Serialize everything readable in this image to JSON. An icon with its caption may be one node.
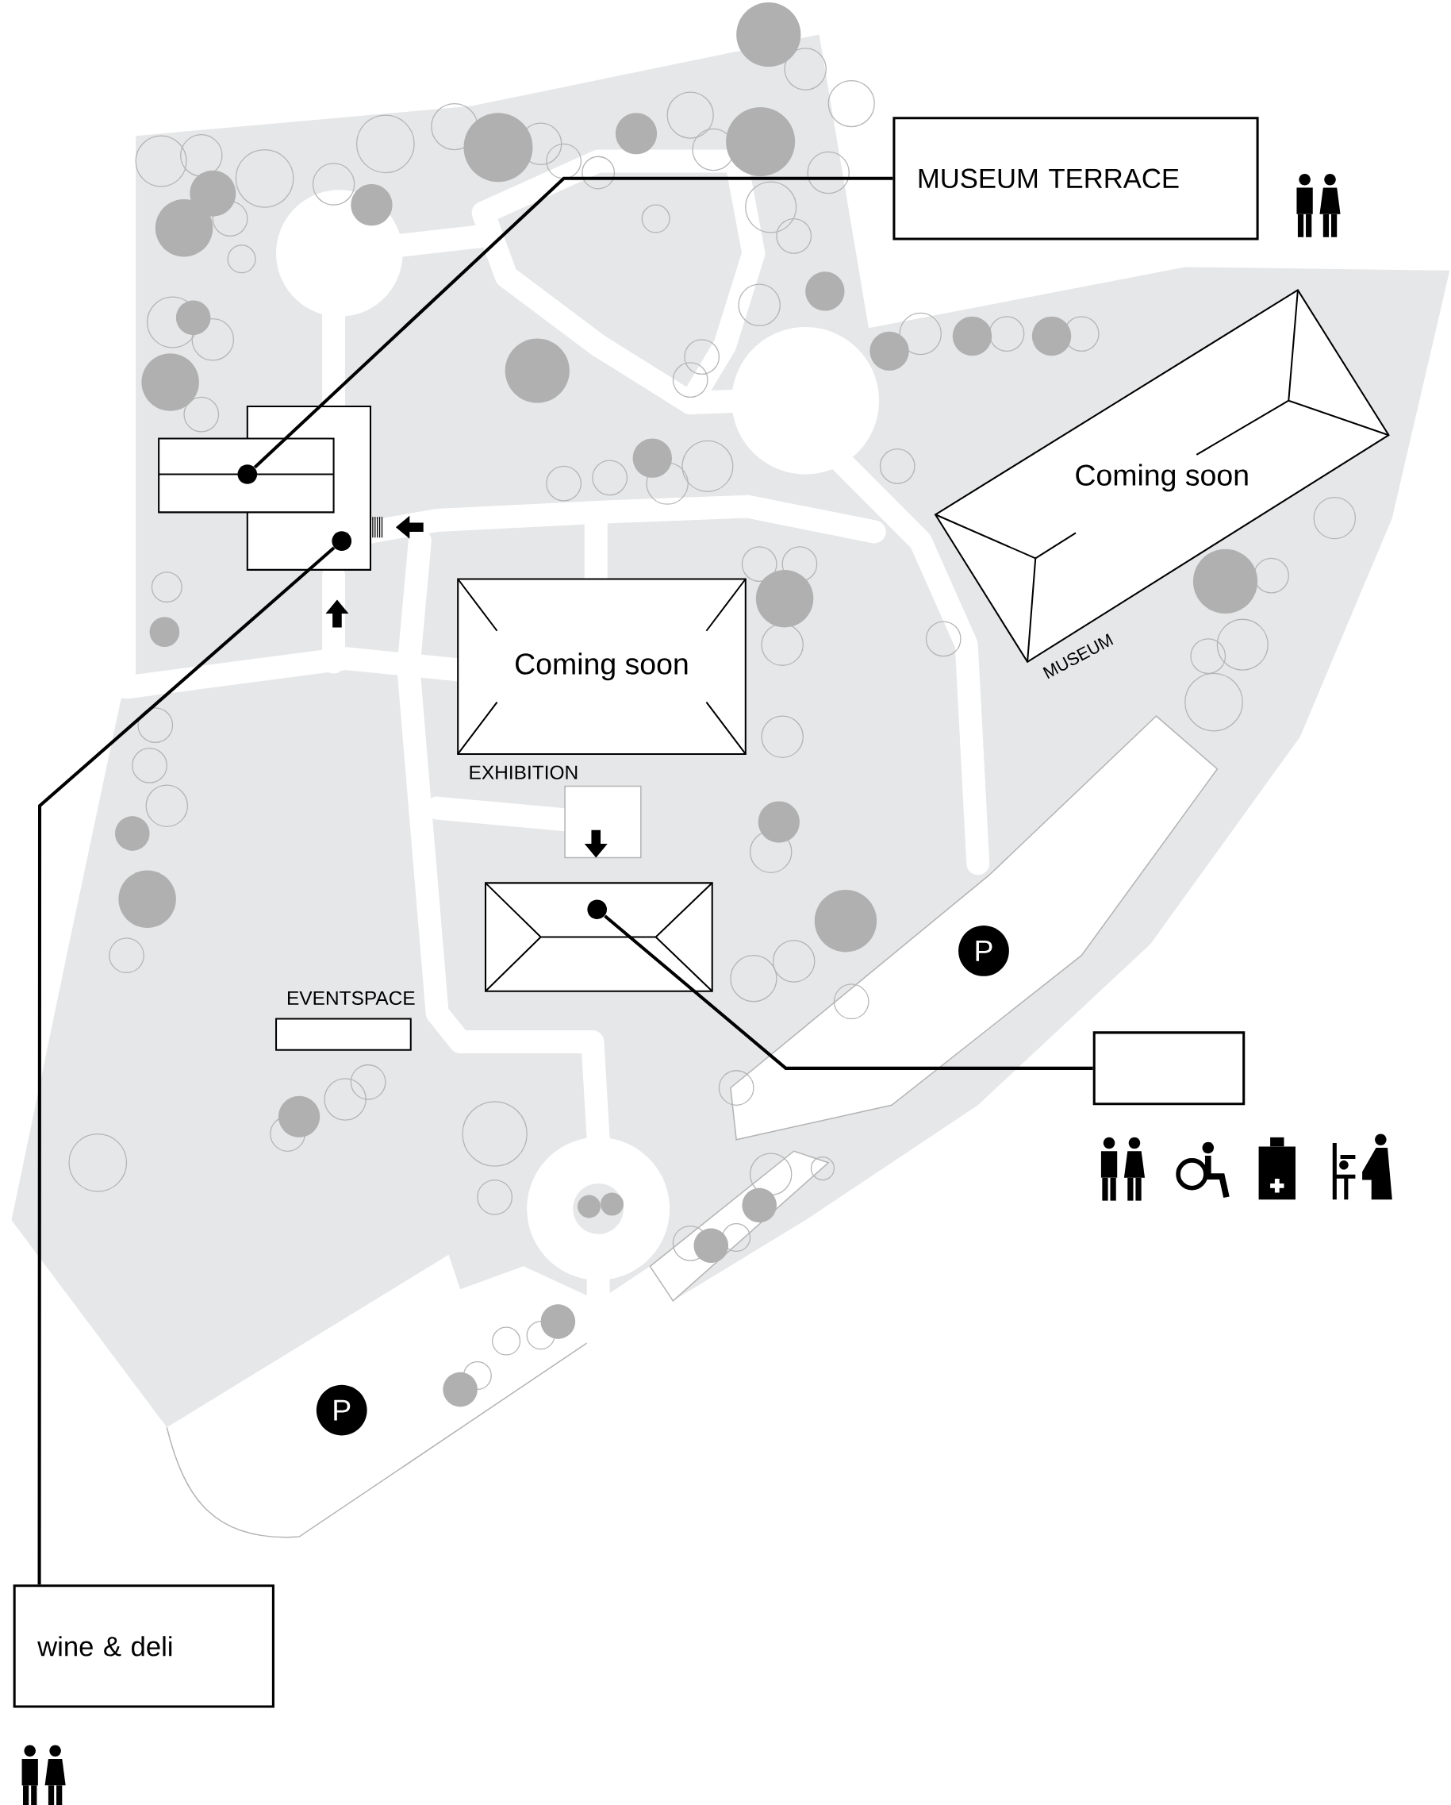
{
  "diagram": {
    "nodes": [
      {
        "text": [
          "MUSEUM TERRACE"
        ]
      },
      {
        "text": [],
        "shape": "circle"
      },
      {
        "text": [],
        "shape": "box"
      },
      {
        "text": [],
        "shape": "circle"
      },
      {
        "text": [
          "wine & deli"
        ]
      },
      {
        "text": [],
        "shape": "circle"
      },
      {
        "text": [
          "Coming soon"
        ],
        "beside": [
          "EXHIBITION"
        ]
      },
      {
        "text": [
          "Coming soon"
        ],
        "beside": [
          "MUSEUM"
        ]
      }
    ],
    "edges": [
      {
        "from": 0,
        "to": 1,
        "arrow": "none"
      },
      {
        "from": 2,
        "to": 3,
        "arrow": "none"
      },
      {
        "from": 4,
        "to": 5,
        "arrow": "none"
      }
    ],
    "labels": [
      "P",
      "EVENTSPACE",
      "P"
    ]
  }
}
